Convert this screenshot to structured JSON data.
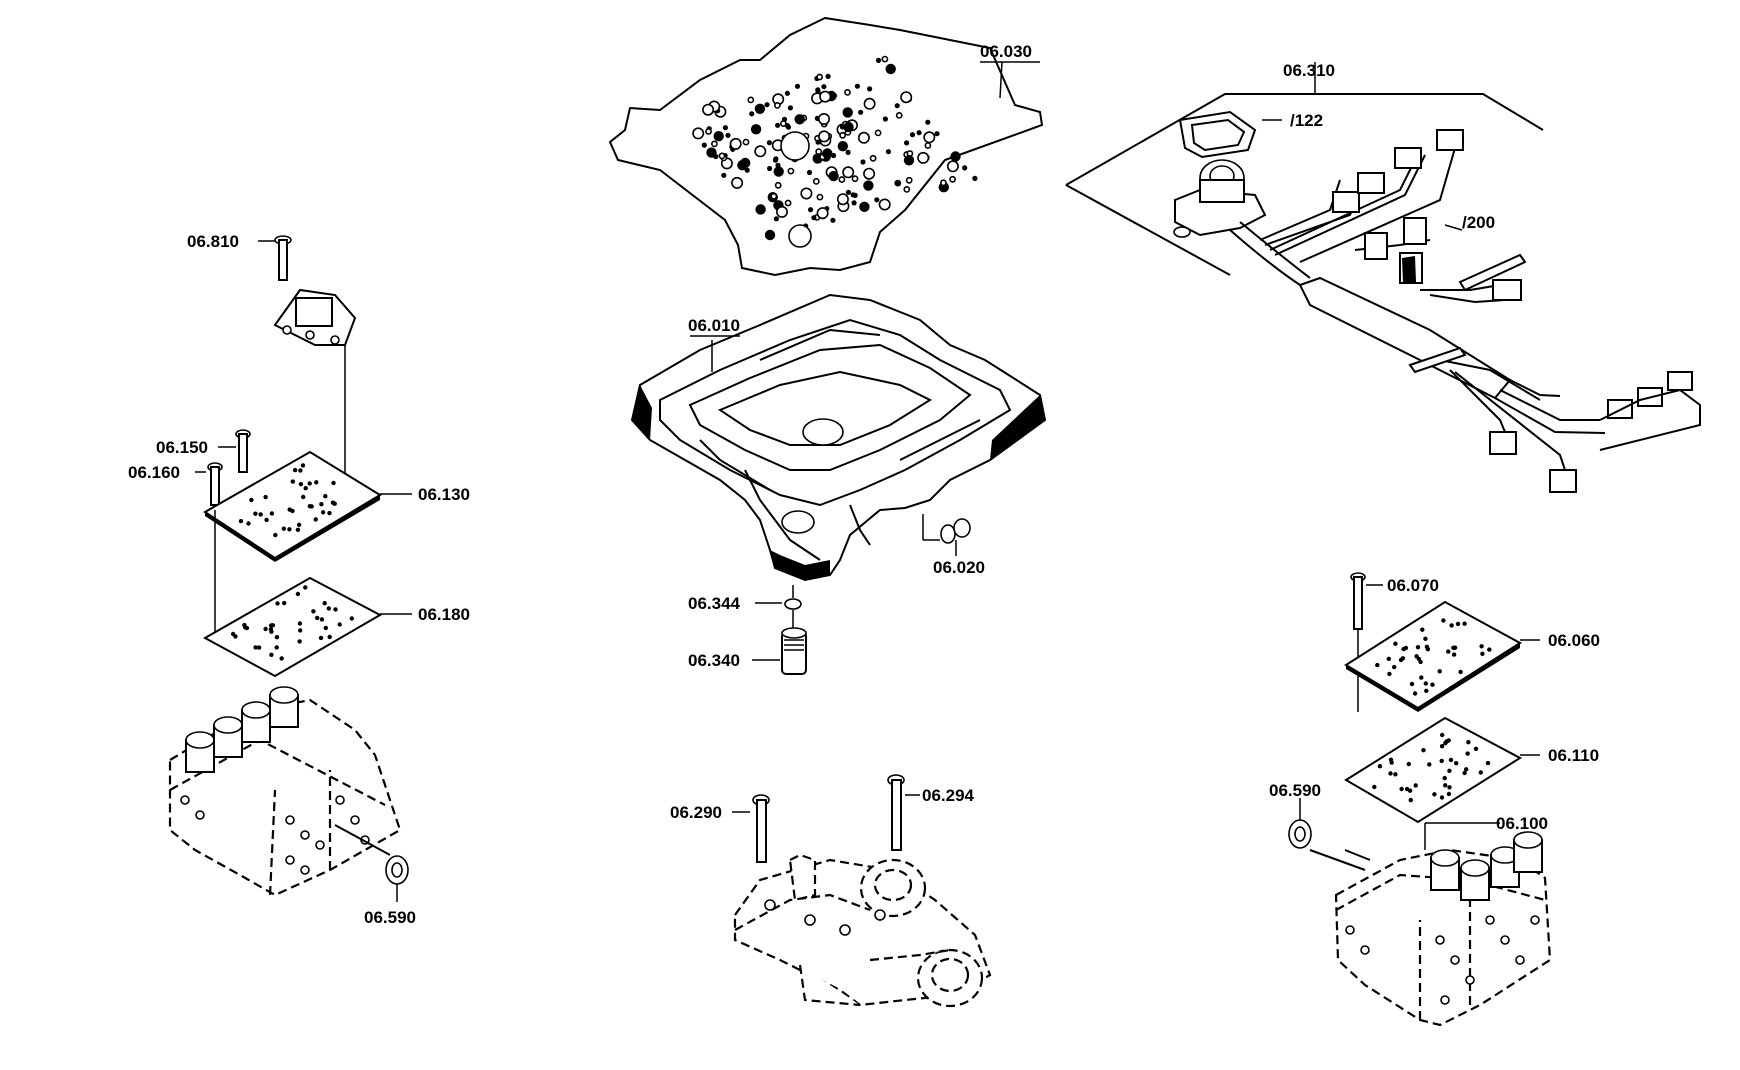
{
  "labels": {
    "p06_030": "06.030",
    "p06_310": "06.310",
    "p_122": "/122",
    "p_200": "/200",
    "p06_810": "06.810",
    "p06_010": "06.010",
    "p06_150": "06.150",
    "p06_160": "06.160",
    "p06_130": "06.130",
    "p06_180": "06.180",
    "p06_020": "06.020",
    "p06_344": "06.344",
    "p06_340": "06.340",
    "p06_070": "06.070",
    "p06_060": "06.060",
    "p06_110": "06.110",
    "p06_590_left": "06.590",
    "p06_590_right": "06.590",
    "p06_100": "06.100",
    "p06_290": "06.290",
    "p06_294": "06.294"
  }
}
